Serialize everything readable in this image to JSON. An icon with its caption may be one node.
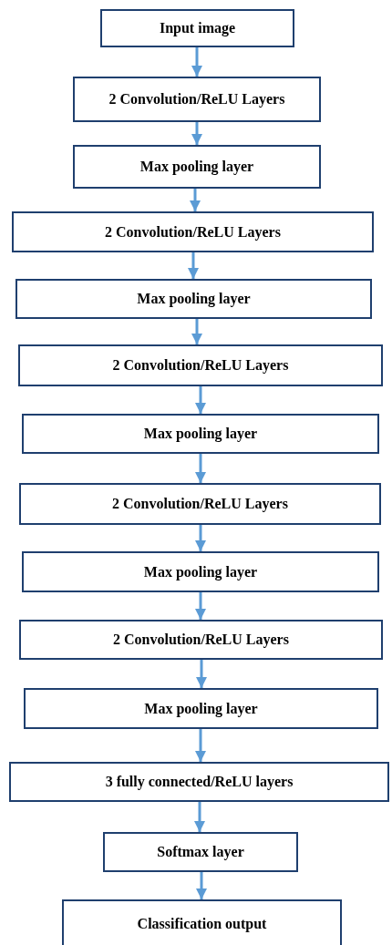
{
  "diagram": {
    "nodes": [
      {
        "text": [
          "Input image"
        ]
      },
      {
        "text": [
          "2 Convolution/ReLU Layers"
        ]
      },
      {
        "text": [
          "Max pooling layer"
        ]
      },
      {
        "text": [
          "2 Convolution/ReLU Layers"
        ]
      },
      {
        "text": [
          "Max pooling layer"
        ]
      },
      {
        "text": [
          "2 Convolution/ReLU Layers"
        ]
      },
      {
        "text": [
          "Max pooling layer"
        ]
      },
      {
        "text": [
          "2 Convolution/ReLU Layers"
        ]
      },
      {
        "text": [
          "Max pooling layer"
        ]
      },
      {
        "text": [
          "2 Convolution/ReLU Layers"
        ]
      },
      {
        "text": [
          "Max pooling layer"
        ]
      },
      {
        "text": [
          "3 fully connected/ReLU layers"
        ]
      },
      {
        "text": [
          "Softmax layer"
        ]
      },
      {
        "text": [
          "Classification output"
        ]
      }
    ],
    "edges": [
      {
        "from": 0,
        "to": 1,
        "arrow": "to"
      },
      {
        "from": 1,
        "to": 2,
        "arrow": "to"
      },
      {
        "from": 2,
        "to": 3,
        "arrow": "to"
      },
      {
        "from": 3,
        "to": 4,
        "arrow": "to"
      },
      {
        "from": 4,
        "to": 5,
        "arrow": "to"
      },
      {
        "from": 5,
        "to": 6,
        "arrow": "to"
      },
      {
        "from": 6,
        "to": 7,
        "arrow": "to"
      },
      {
        "from": 7,
        "to": 8,
        "arrow": "to"
      },
      {
        "from": 8,
        "to": 9,
        "arrow": "to"
      },
      {
        "from": 9,
        "to": 10,
        "arrow": "to"
      },
      {
        "from": 10,
        "to": 11,
        "arrow": "to"
      },
      {
        "from": 11,
        "to": 12,
        "arrow": "to"
      },
      {
        "from": 12,
        "to": 13,
        "arrow": "to"
      }
    ]
  }
}
